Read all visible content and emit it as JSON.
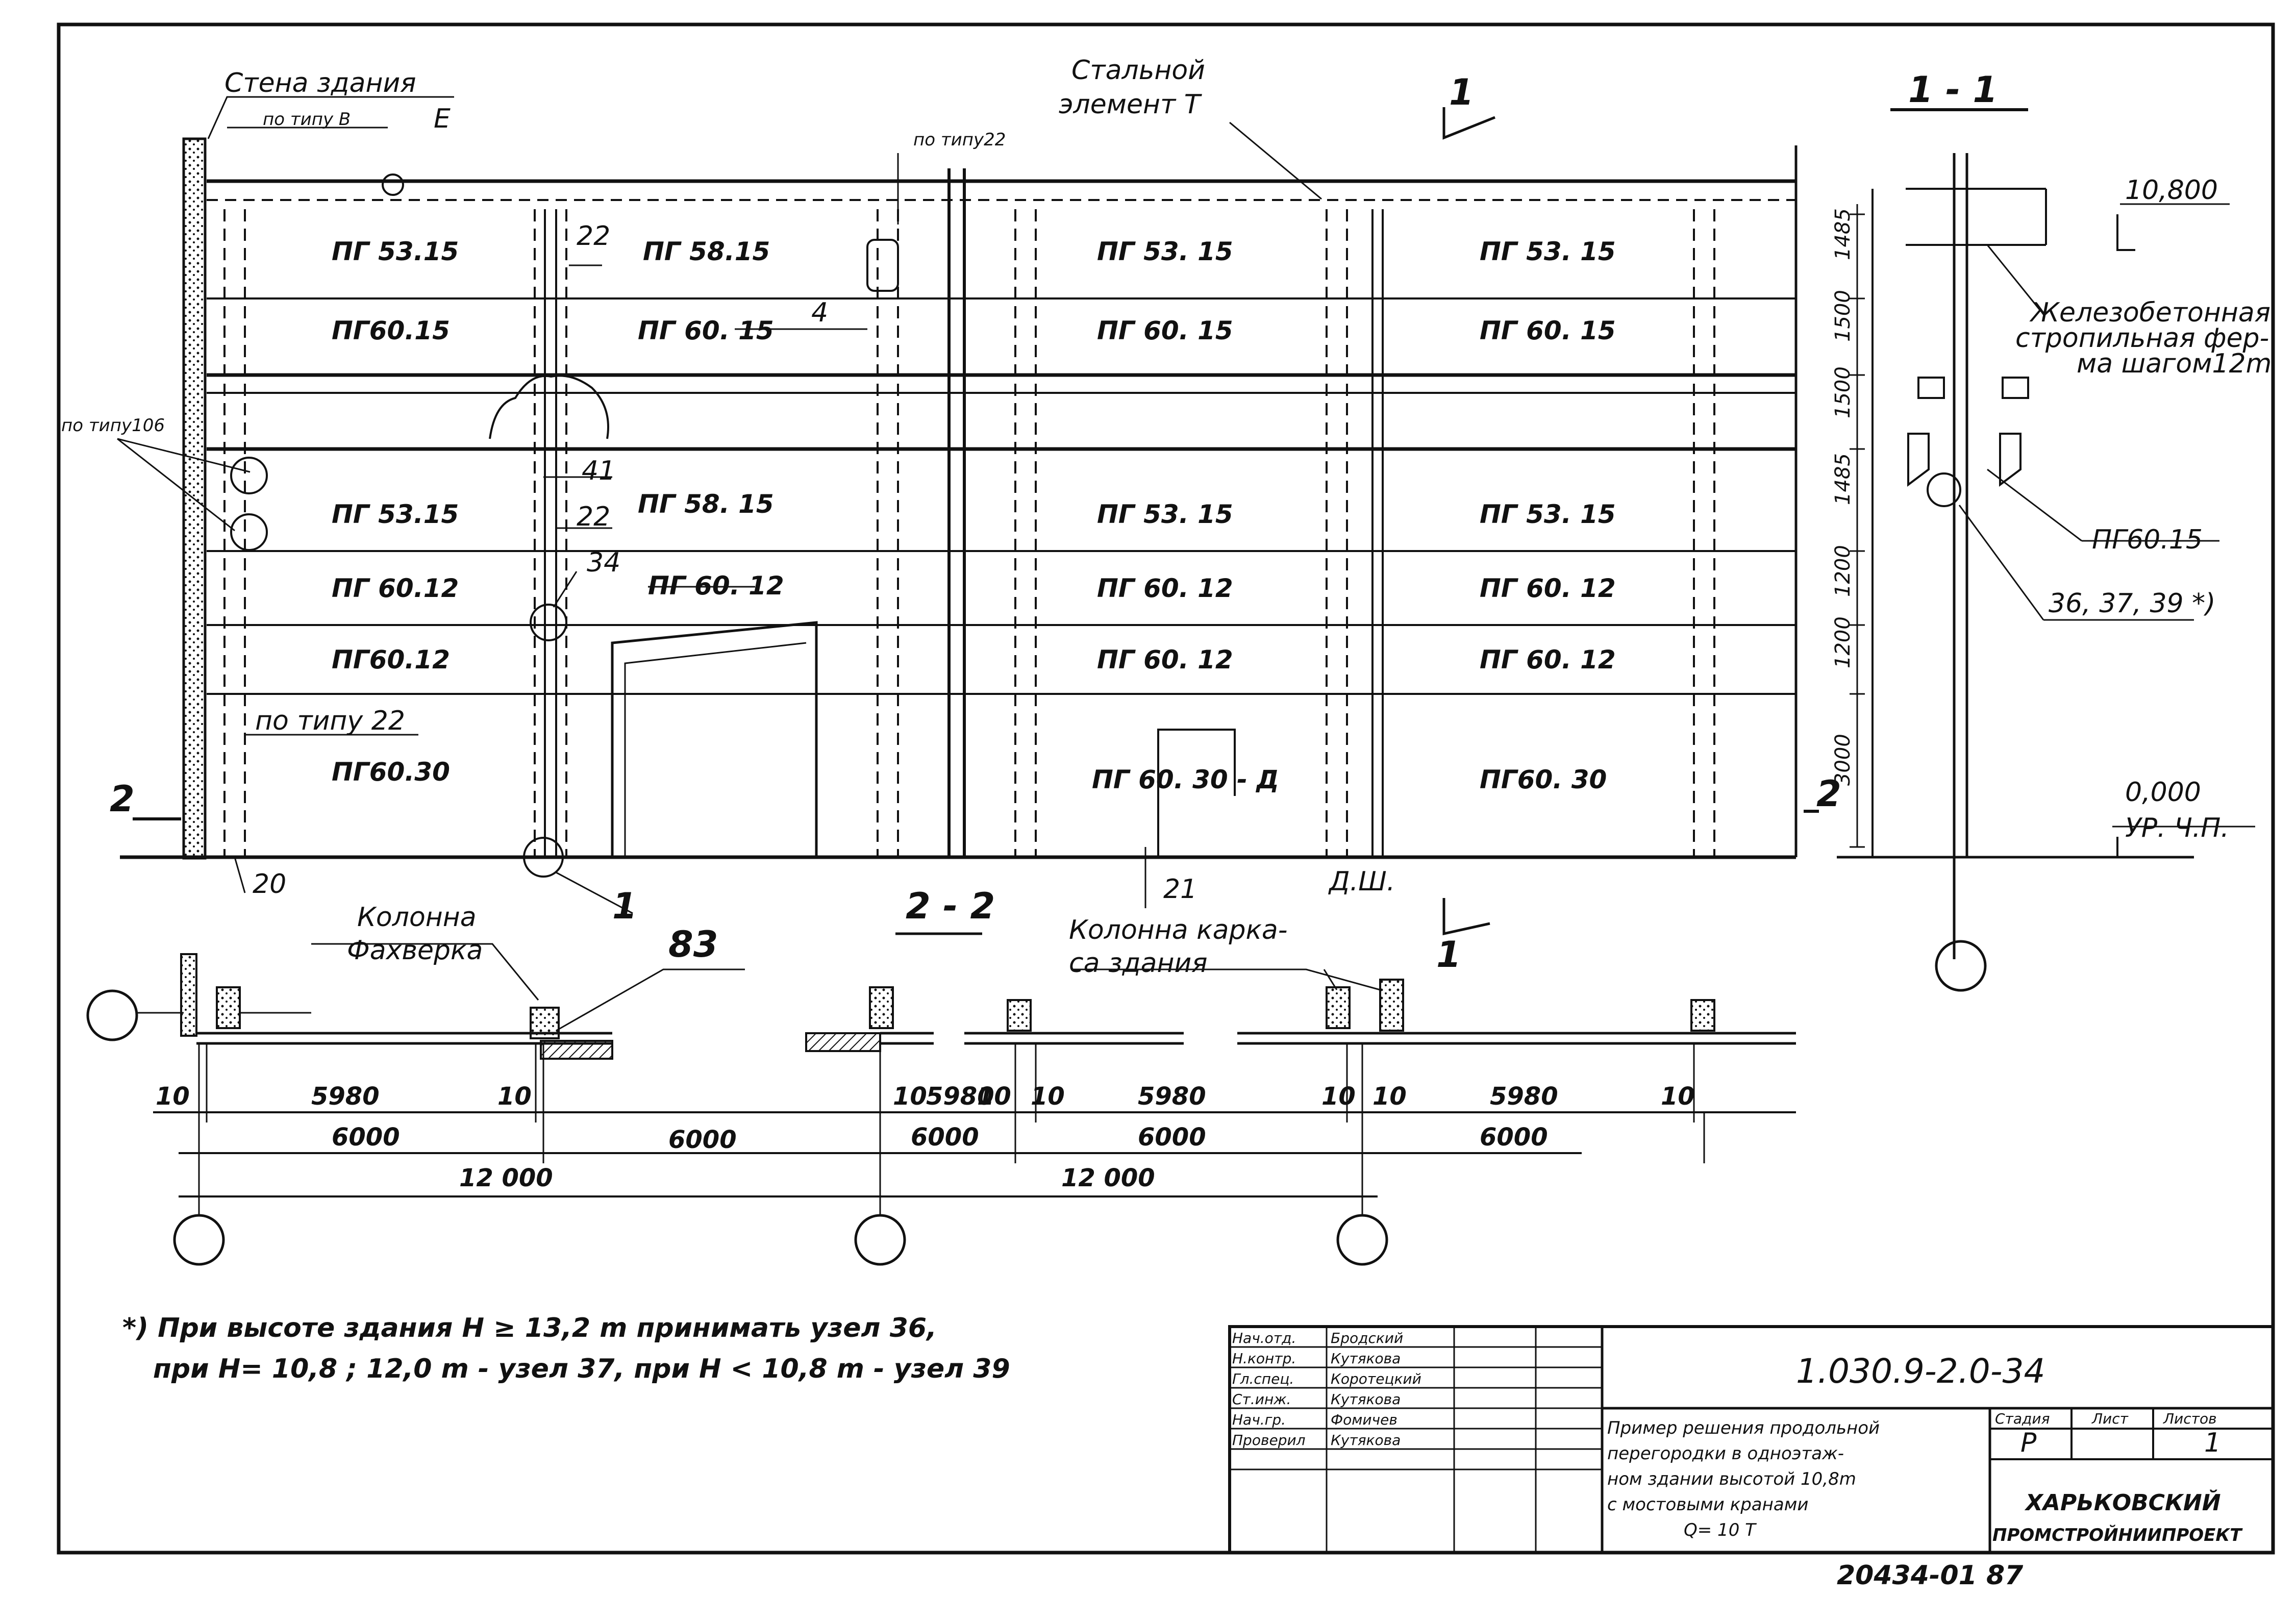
{
  "elevation": {
    "wall_label": [
      "Стена здания",
      "по типу В"
    ],
    "label_e": "Е",
    "steel_label": [
      "Стальной",
      "элемент Т"
    ],
    "po_tipu_22_top": "по типу22",
    "po_tipu_106": "по типу106",
    "po_tipu_22": "по типу 22",
    "section_mark": "1",
    "section_mark_2": "2",
    "bay1_panels": [
      "ПГ 53.15",
      "ПГ60.15",
      "ПГ 53.15",
      "ПГ 60.12",
      "ПГ60.12",
      "ПГ60.30"
    ],
    "bay2_panels": [
      "ПГ 58.15",
      "ПГ 60. 15",
      "ПГ 58. 15",
      "ПГ 60. 12"
    ],
    "bay3_panels": [
      "ПГ 53. 15",
      "ПГ 60. 15",
      "ПГ 53. 15",
      "ПГ 60. 12",
      "ПГ 60. 12",
      "ПГ 60. 30 - Д"
    ],
    "bay4_panels": [
      "ПГ 53. 15",
      "ПГ 60. 15",
      "ПГ 53. 15",
      "ПГ 60. 12",
      "ПГ 60. 12",
      "ПГ60. 30"
    ],
    "callouts": [
      "22",
      "4",
      "41",
      "22",
      "34",
      "20",
      "1",
      "21"
    ],
    "dsh": "Д.Ш."
  },
  "section11": {
    "title": "1 - 1",
    "elev_top": "10,800",
    "elev_zero": "0,000",
    "ur_chp": "УР. Ч.П.",
    "truss_label": [
      "Железобетонная",
      "стропильная фер-",
      "ма шагом12m"
    ],
    "panel": "ПГ60.15",
    "nodes": "36, 37, 39 *)",
    "heights": [
      "1485",
      "1500",
      "1500",
      "1485",
      "1200",
      "1200",
      "3000"
    ]
  },
  "plan22": {
    "title": "2 - 2",
    "col_fakhverk": [
      "Колонна",
      "Фахверка"
    ],
    "col_karkas": [
      "Колонна карка-",
      "са здания"
    ],
    "callout_83": "83",
    "dims_row1": [
      "10",
      "5980",
      "10",
      "10",
      "5980",
      "10",
      "10",
      "5980",
      "10",
      "10",
      "5980",
      "10"
    ],
    "dims_row2": [
      "6000",
      "6000",
      "6000",
      "6000",
      "6000"
    ],
    "dims_row3": [
      "12 000",
      "12 000"
    ]
  },
  "footnote": [
    "*) При высоте здания Н ≥ 13,2 m принимать узел 36,",
    "при Н= 10,8 ; 12,0 m - узел 37, при Н < 10,8 m - узел 39"
  ],
  "title_block": {
    "doc_number": "1.030.9-2.0-34",
    "roles": [
      "Нач.отд.",
      "Н.контр.",
      "Гл.спец.",
      "Ст.инж.",
      "Нач.гр.",
      "Проверил"
    ],
    "names": [
      "Бродский",
      "Кутякова",
      "Коротецкий",
      "Кутякова",
      "Фомичев",
      "Кутякова"
    ],
    "title": [
      "Пример решения продольной",
      "перегородки в одноэтаж-",
      "ном здании высотой 10,8m",
      "с мостовыми кранами",
      "Q= 10 T"
    ],
    "stadiya_h": "Стадия",
    "list_h": "Лист",
    "listov_h": "Листов",
    "stadiya": "Р",
    "listov": "1",
    "org": [
      "ХАРЬКОВСКИЙ",
      "ПРОМСТРОЙНИИПРОЕКТ"
    ]
  },
  "bottom_stamp": "20434-01   87"
}
